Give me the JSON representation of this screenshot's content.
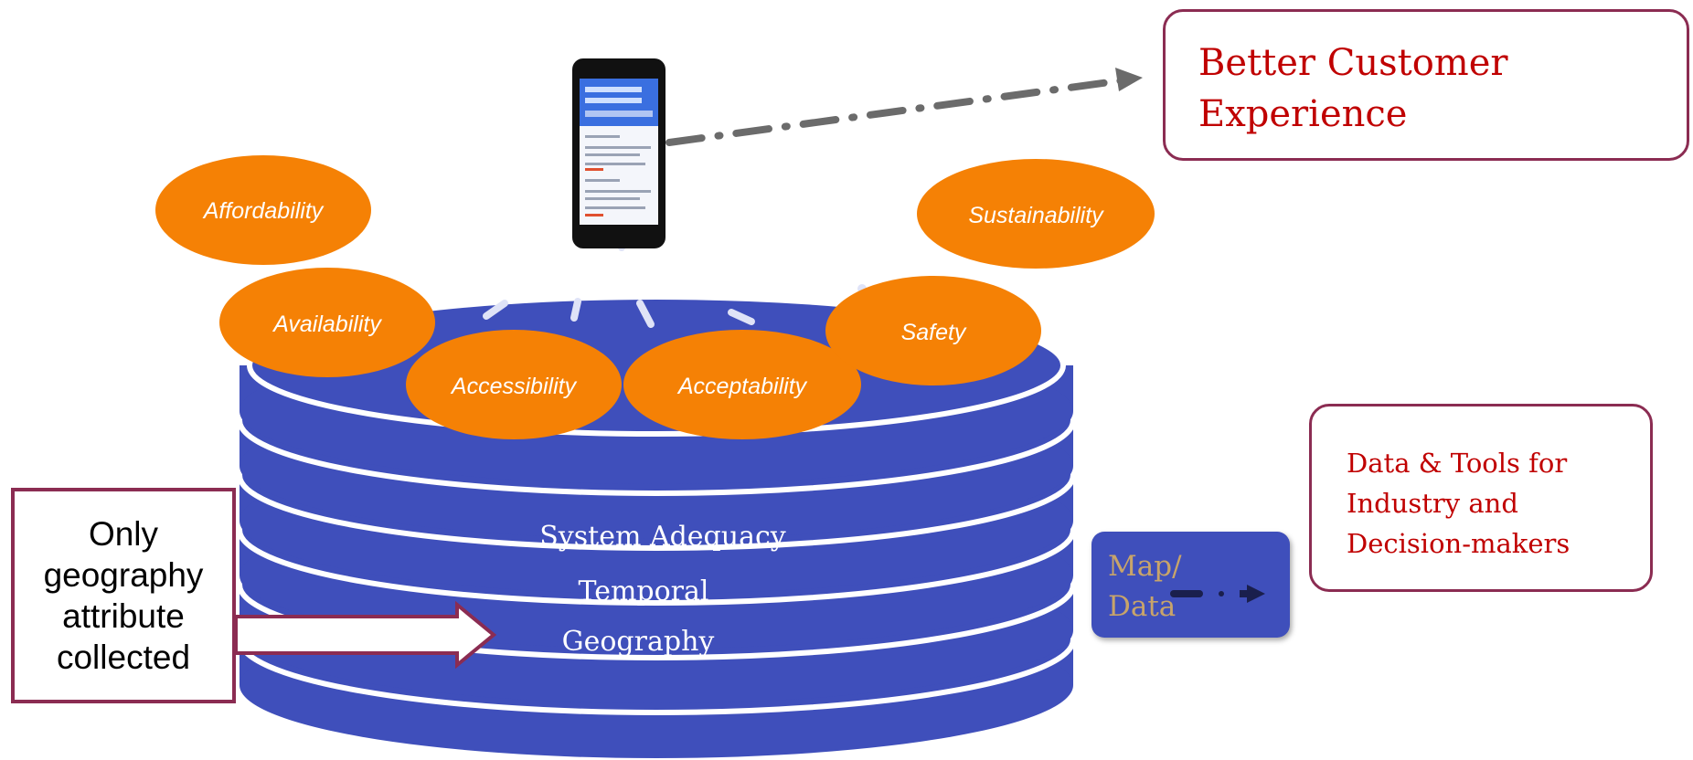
{
  "callouts": {
    "customer": [
      "Better Customer",
      "Experience"
    ],
    "tools": [
      "Data & Tools for",
      "Industry and",
      "Decision-makers"
    ],
    "note": [
      "Only",
      "geography",
      "attribute",
      "collected"
    ],
    "map": [
      "Map/",
      "Data"
    ]
  },
  "ellipses": {
    "affordability": "Affordability",
    "availability": "Availability",
    "accessibility": "Accessibility",
    "acceptability": "Acceptability",
    "safety": "Safety",
    "sustainability": "Sustainability"
  },
  "layers": {
    "system_adequacy": "System Adequacy",
    "temporal": "Temporal",
    "geography": "Geography"
  },
  "colors": {
    "disk": "#3f4fbb",
    "ellipse": "#f58105",
    "accent_text": "#c00000",
    "border": "#8b2c52",
    "arrow": "#6b6b6b"
  },
  "icons": {
    "phone": "smartphone-icon"
  }
}
